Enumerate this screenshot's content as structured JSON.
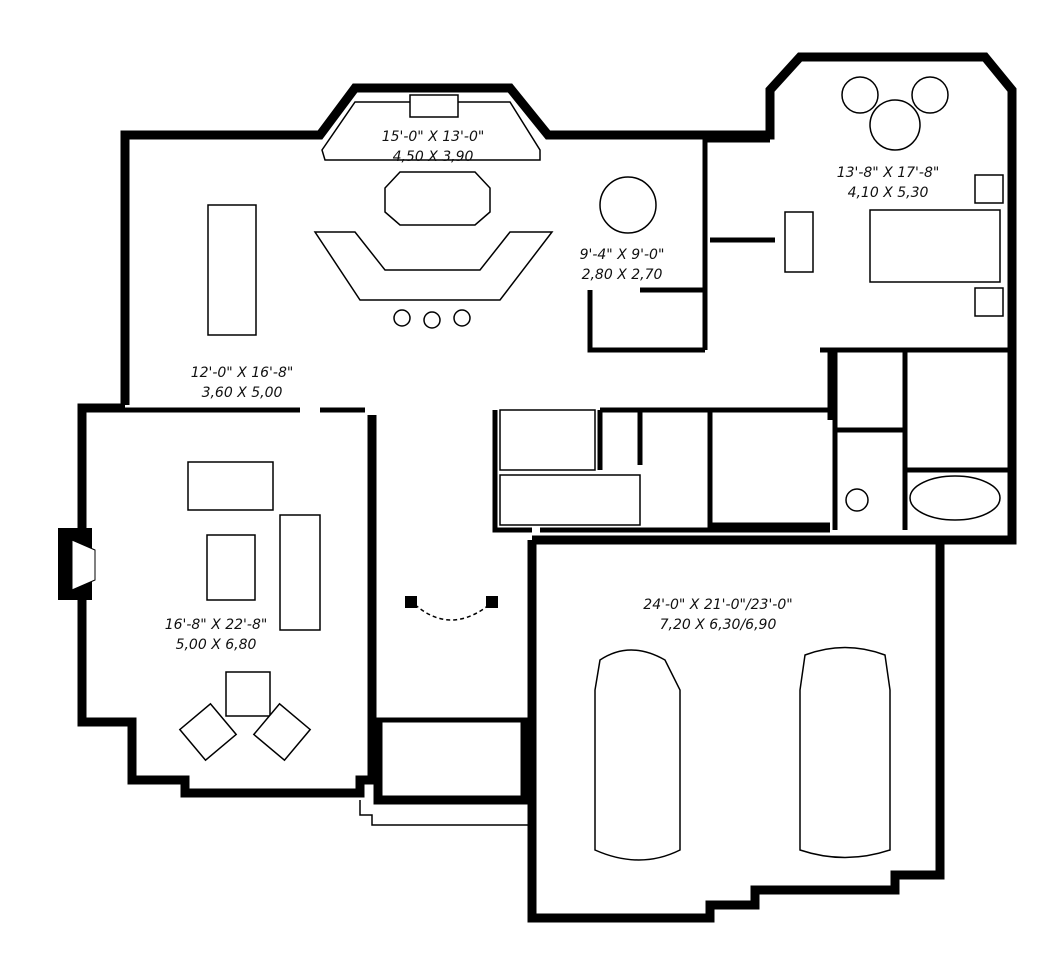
{
  "rooms": {
    "kitchen": {
      "imperial": "15'-0\" X 13'-0\"",
      "metric": "4,50 X 3,90"
    },
    "breakfast": {
      "imperial": "9'-4\" X 9'-0\"",
      "metric": "2,80 X 2,70"
    },
    "master_bedroom": {
      "imperial": "13'-8\" X 17'-8\"",
      "metric": "4,10 X 5,30"
    },
    "dining": {
      "imperial": "12'-0\" X 16'-8\"",
      "metric": "3,60 X 5,00"
    },
    "living": {
      "imperial": "16'-8\" X 22'-8\"",
      "metric": "5,00 X 6,80"
    },
    "garage": {
      "imperial": "24'-0\" X 21'-0\"/23'-0\"",
      "metric": "7,20 X 6,30/6,90"
    }
  },
  "colors": {
    "wall": "#000000",
    "background": "#ffffff"
  }
}
